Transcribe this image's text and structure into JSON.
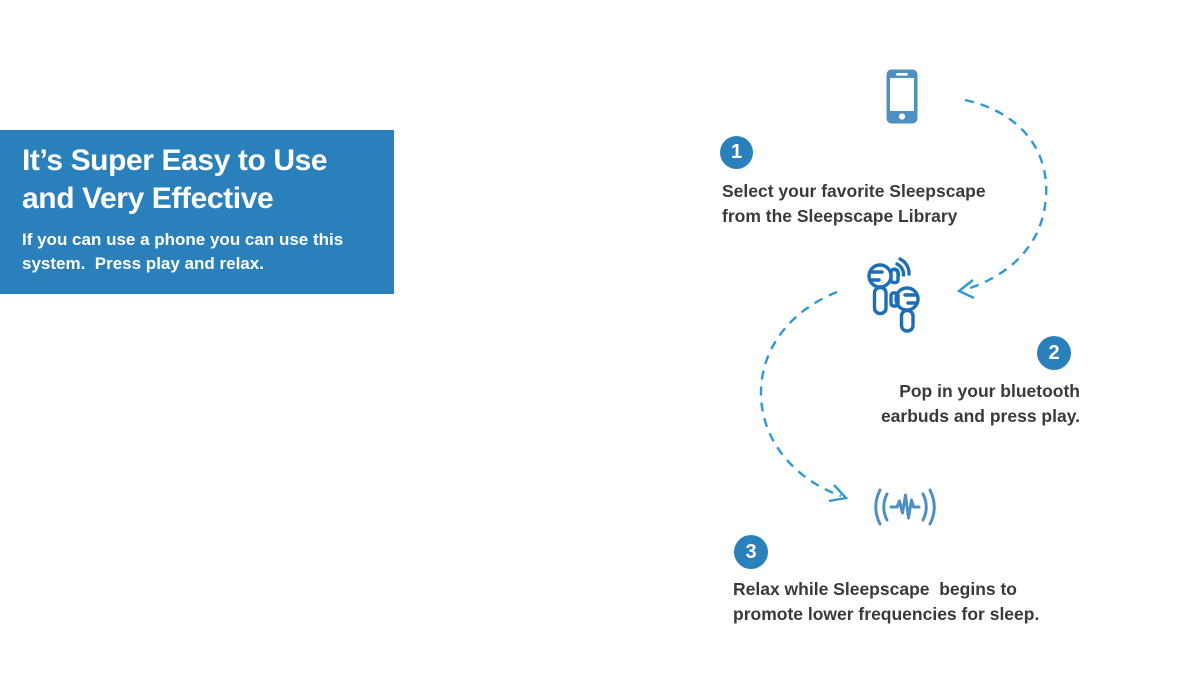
{
  "panel": {
    "title_line1": "It’s Super Easy to Use",
    "title_line2": "and Very Effective",
    "subtitle_line1": "If you can use a phone you can use this",
    "subtitle_line2": "system.  Press play and relax."
  },
  "steps": [
    {
      "number": "1",
      "line1": "Select your favorite Sleepscape",
      "line2": "from the Sleepscape Library",
      "icon": "smartphone-icon"
    },
    {
      "number": "2",
      "line1": "Pop in your bluetooth",
      "line2": "earbuds and press play.",
      "icon": "earbuds-icon"
    },
    {
      "number": "3",
      "line1": "Relax while Sleepscape  begins to",
      "line2": "promote lower frequencies for sleep.",
      "icon": "sound-wave-icon"
    }
  ],
  "colors": {
    "panel_blue": "#2a80ba",
    "badge_blue": "#2a80ba",
    "icon_blue": "#4e90c2",
    "earbud_blue": "#1d6eb5",
    "arrow_blue": "#2d9ad4",
    "text_dark": "#3a3a3a"
  }
}
